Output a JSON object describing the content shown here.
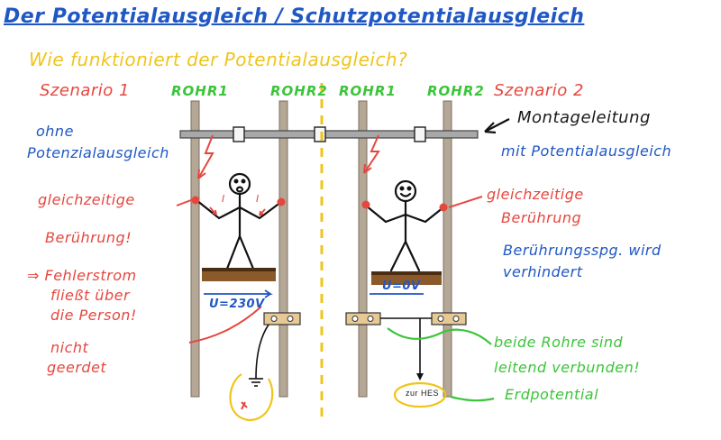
{
  "title": "Der Potentialausgleich / Schutzpotentialausgleich",
  "question": "Wie funktioniert der Potentialausgleich?",
  "scenario1": {
    "label": "Szenario 1",
    "subtitle_line1": "ohne",
    "subtitle_line2": "Potenzialausgleich",
    "pipe1": "ROHR1",
    "pipe2": "ROHR2",
    "touch_line1": "gleichzeitige",
    "touch_line2": "Berührung!",
    "fault_line1": "⇒ Fehlerstrom",
    "fault_line2": "fließt über",
    "fault_line3": "die Person!",
    "notgrounded_line1": "nicht",
    "notgrounded_line2": "geerdet",
    "voltage": "U=230V",
    "current_mark_left": "I",
    "current_mark_right": "I"
  },
  "scenario2": {
    "label": "Szenario 2",
    "pipe1": "ROHR1",
    "pipe2": "ROHR2",
    "montage_label": "Montageleitung",
    "subtitle": "mit Potentialausgleich",
    "touch_line1": "gleichzeitige",
    "touch_line2": "Berührung",
    "prevented_line1": "Berührungsspg. wird",
    "prevented_line2": "verhindert",
    "voltage": "U=0V",
    "both_line1": "beide Rohre sind",
    "both_line2": "leitend verbunden!",
    "earth_label": "Erdpotential",
    "hes_label": "zur HES"
  },
  "colors": {
    "blue": "#1f57c4",
    "red": "#e5473f",
    "green": "#3cc43a",
    "yellow": "#f0c419",
    "pipe": "#b5a796",
    "soil": "#8b5a2b"
  }
}
